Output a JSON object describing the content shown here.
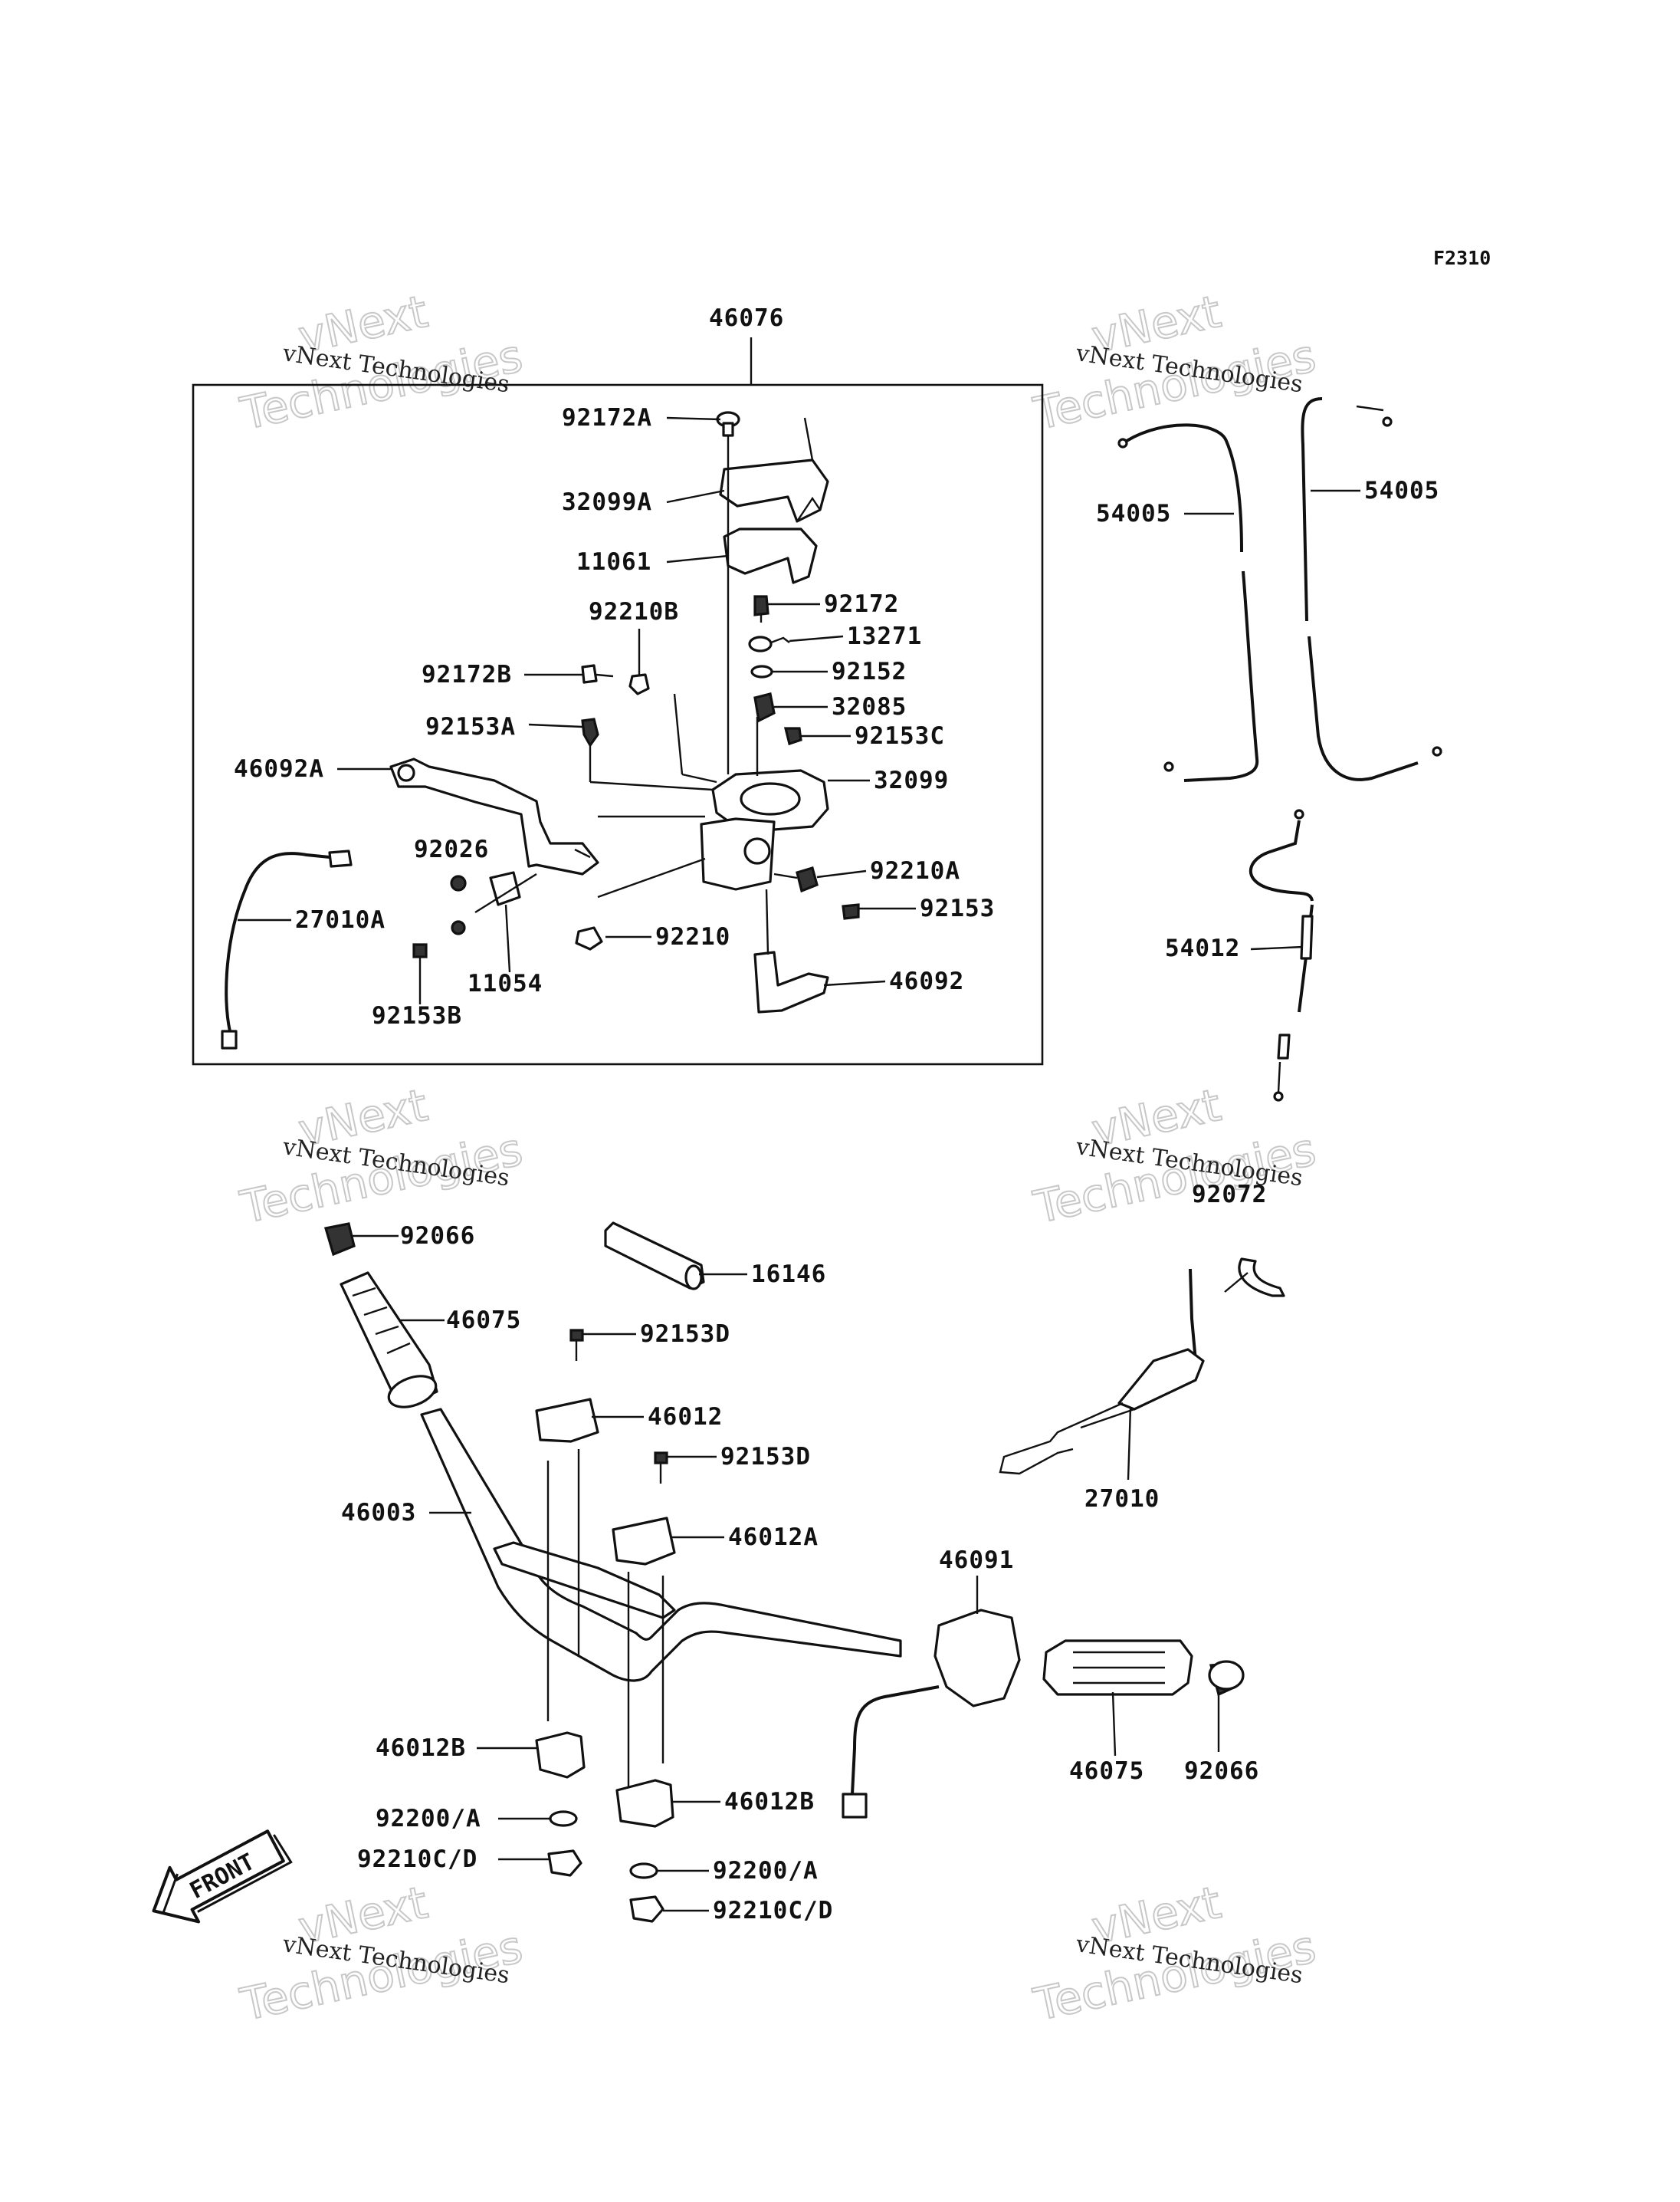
{
  "diagram": {
    "code": "F2310",
    "box_label": "46076",
    "box_parts": [
      {
        "id": "p-92172A",
        "label": "92172A"
      },
      {
        "id": "p-32099A",
        "label": "32099A"
      },
      {
        "id": "p-11061",
        "label": "11061"
      },
      {
        "id": "p-92210B",
        "label": "92210B"
      },
      {
        "id": "p-92172",
        "label": "92172"
      },
      {
        "id": "p-13271",
        "label": "13271"
      },
      {
        "id": "p-92152",
        "label": "92152"
      },
      {
        "id": "p-92172B",
        "label": "92172B"
      },
      {
        "id": "p-32085",
        "label": "32085"
      },
      {
        "id": "p-92153A",
        "label": "92153A"
      },
      {
        "id": "p-92153C",
        "label": "92153C"
      },
      {
        "id": "p-46092A",
        "label": "46092A"
      },
      {
        "id": "p-32099",
        "label": "32099"
      },
      {
        "id": "p-92026",
        "label": "92026"
      },
      {
        "id": "p-92210A",
        "label": "92210A"
      },
      {
        "id": "p-27010A",
        "label": "27010A"
      },
      {
        "id": "p-92153",
        "label": "92153"
      },
      {
        "id": "p-92210",
        "label": "92210"
      },
      {
        "id": "p-11054",
        "label": "11054"
      },
      {
        "id": "p-46092",
        "label": "46092"
      },
      {
        "id": "p-92153B",
        "label": "92153B"
      }
    ],
    "right_parts": [
      {
        "id": "p-54005-l",
        "label": "54005"
      },
      {
        "id": "p-54005-r",
        "label": "54005"
      },
      {
        "id": "p-54012",
        "label": "54012"
      }
    ],
    "lower_parts": [
      {
        "id": "p-92072",
        "label": "92072"
      },
      {
        "id": "p-92066-l",
        "label": "92066"
      },
      {
        "id": "p-16146",
        "label": "16146"
      },
      {
        "id": "p-46075-l",
        "label": "46075"
      },
      {
        "id": "p-92153D-1",
        "label": "92153D"
      },
      {
        "id": "p-46012",
        "label": "46012"
      },
      {
        "id": "p-27010",
        "label": "27010"
      },
      {
        "id": "p-92153D-2",
        "label": "92153D"
      },
      {
        "id": "p-46003",
        "label": "46003"
      },
      {
        "id": "p-46012A",
        "label": "46012A"
      },
      {
        "id": "p-46091",
        "label": "46091"
      },
      {
        "id": "p-46012B-l",
        "label": "46012B"
      },
      {
        "id": "p-46075-r",
        "label": "46075"
      },
      {
        "id": "p-92066-r",
        "label": "92066"
      },
      {
        "id": "p-46012B-r",
        "label": "46012B"
      },
      {
        "id": "p-92200A-l",
        "label": "92200/A"
      },
      {
        "id": "p-92210CD-l",
        "label": "92210C/D"
      },
      {
        "id": "p-92200A-r",
        "label": "92200/A"
      },
      {
        "id": "p-92210CD-r",
        "label": "92210C/D"
      }
    ],
    "front_arrow_label": "FRONT"
  },
  "watermark": {
    "line1": "vNext Technologies",
    "line2": "vNext",
    "line3": "Technologies"
  }
}
